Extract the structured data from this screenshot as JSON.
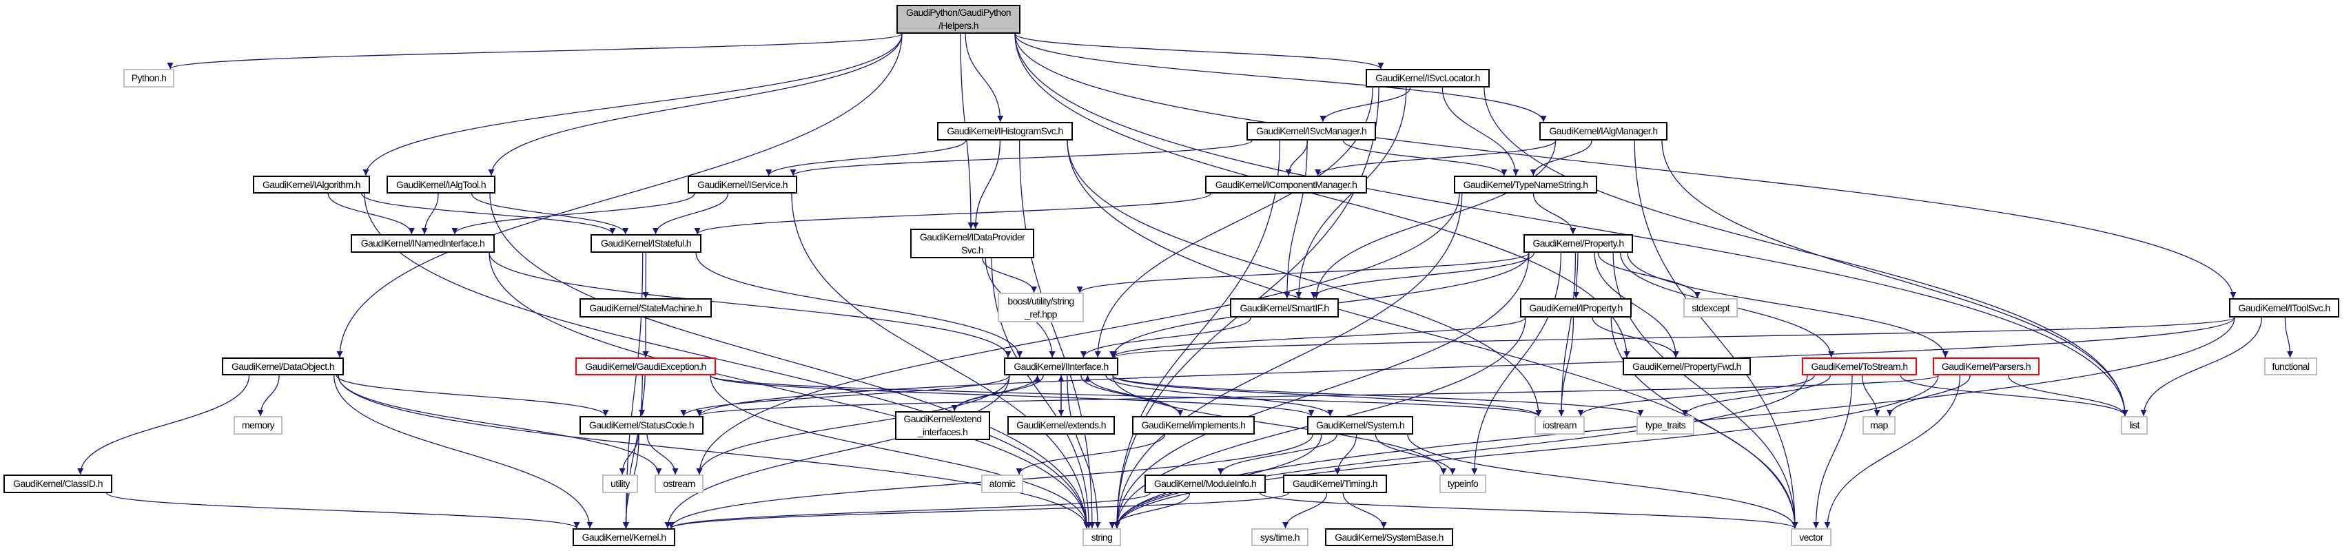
{
  "colors": {
    "edge": "#191970",
    "root_fill": "#bfbfbf",
    "external_border": "#bfbfbf",
    "incomplete_border": "#ff0000",
    "node_border": "#000000"
  },
  "nodes": [
    {
      "id": "helpers",
      "label": [
        "GaudiPython/GaudiPython",
        "/Helpers.h"
      ],
      "kind": "root"
    },
    {
      "id": "python",
      "label": [
        "Python.h"
      ],
      "kind": "sys"
    },
    {
      "id": "ialgorithm",
      "label": [
        "GaudiKernel/IAlgorithm.h"
      ],
      "kind": "normal"
    },
    {
      "id": "ialgtool",
      "label": [
        "GaudiKernel/IAlgTool.h"
      ],
      "kind": "normal"
    },
    {
      "id": "iservice",
      "label": [
        "GaudiKernel/IService.h"
      ],
      "kind": "normal"
    },
    {
      "id": "inamedinterface",
      "label": [
        "GaudiKernel/INamedInterface.h"
      ],
      "kind": "normal"
    },
    {
      "id": "istateful",
      "label": [
        "GaudiKernel/IStateful.h"
      ],
      "kind": "normal"
    },
    {
      "id": "isvclocator",
      "label": [
        "GaudiKernel/ISvcLocator.h"
      ],
      "kind": "normal"
    },
    {
      "id": "ihistogramsvc",
      "label": [
        "GaudiKernel/IHistogramSvc.h"
      ],
      "kind": "normal"
    },
    {
      "id": "isvcmanager",
      "label": [
        "GaudiKernel/ISvcManager.h"
      ],
      "kind": "normal"
    },
    {
      "id": "icomponentmanager",
      "label": [
        "GaudiKernel/IComponentManager.h"
      ],
      "kind": "normal"
    },
    {
      "id": "typenamestring",
      "label": [
        "GaudiKernel/TypeNameString.h"
      ],
      "kind": "normal"
    },
    {
      "id": "idataprovidersvc",
      "label": [
        "GaudiKernel/IDataProvider",
        "Svc.h"
      ],
      "kind": "normal"
    },
    {
      "id": "ialgmanager",
      "label": [
        "GaudiKernel/IAlgManager.h"
      ],
      "kind": "normal"
    },
    {
      "id": "property",
      "label": [
        "GaudiKernel/Property.h"
      ],
      "kind": "normal"
    },
    {
      "id": "statemachine",
      "label": [
        "GaudiKernel/StateMachine.h"
      ],
      "kind": "normal"
    },
    {
      "id": "dataobject",
      "label": [
        "GaudiKernel/DataObject.h"
      ],
      "kind": "normal"
    },
    {
      "id": "gaudiexception",
      "label": [
        "GaudiKernel/GaudiException.h"
      ],
      "kind": "red"
    },
    {
      "id": "memory",
      "label": [
        "memory"
      ],
      "kind": "sys"
    },
    {
      "id": "statuscode",
      "label": [
        "GaudiKernel/StatusCode.h"
      ],
      "kind": "normal"
    },
    {
      "id": "classid",
      "label": [
        "GaudiKernel/ClassID.h"
      ],
      "kind": "normal"
    },
    {
      "id": "utility",
      "label": [
        "utility"
      ],
      "kind": "sys"
    },
    {
      "id": "ostream",
      "label": [
        "ostream"
      ],
      "kind": "sys"
    },
    {
      "id": "kernel",
      "label": [
        "GaudiKernel/Kernel.h"
      ],
      "kind": "normal"
    },
    {
      "id": "boost",
      "label": [
        "boost/utility/string",
        "_ref.hpp"
      ],
      "kind": "sys"
    },
    {
      "id": "smartif",
      "label": [
        "GaudiKernel/SmartIF.h"
      ],
      "kind": "normal"
    },
    {
      "id": "iinterface",
      "label": [
        "GaudiKernel/IInterface.h"
      ],
      "kind": "normal"
    },
    {
      "id": "extend_interfaces",
      "label": [
        "GaudiKernel/extend",
        "_interfaces.h"
      ],
      "kind": "normal"
    },
    {
      "id": "extends",
      "label": [
        "GaudiKernel/extends.h"
      ],
      "kind": "normal"
    },
    {
      "id": "implements",
      "label": [
        "GaudiKernel/implements.h"
      ],
      "kind": "normal"
    },
    {
      "id": "system",
      "label": [
        "GaudiKernel/System.h"
      ],
      "kind": "normal"
    },
    {
      "id": "iostream",
      "label": [
        "iostream"
      ],
      "kind": "sys"
    },
    {
      "id": "atomic",
      "label": [
        "atomic"
      ],
      "kind": "sys"
    },
    {
      "id": "moduleinfo",
      "label": [
        "GaudiKernel/ModuleInfo.h"
      ],
      "kind": "normal"
    },
    {
      "id": "timing",
      "label": [
        "GaudiKernel/Timing.h"
      ],
      "kind": "normal"
    },
    {
      "id": "typeinfo",
      "label": [
        "typeinfo"
      ],
      "kind": "sys"
    },
    {
      "id": "string",
      "label": [
        "string"
      ],
      "kind": "sys"
    },
    {
      "id": "systime",
      "label": [
        "sys/time.h"
      ],
      "kind": "sys"
    },
    {
      "id": "systembase",
      "label": [
        "GaudiKernel/SystemBase.h"
      ],
      "kind": "normal"
    },
    {
      "id": "iproperty",
      "label": [
        "GaudiKernel/IProperty.h"
      ],
      "kind": "normal"
    },
    {
      "id": "stdexcept",
      "label": [
        "stdexcept"
      ],
      "kind": "sys"
    },
    {
      "id": "propertyfwd",
      "label": [
        "GaudiKernel/PropertyFwd.h"
      ],
      "kind": "normal"
    },
    {
      "id": "tostream",
      "label": [
        "GaudiKernel/ToStream.h"
      ],
      "kind": "red"
    },
    {
      "id": "parsers",
      "label": [
        "GaudiKernel/Parsers.h"
      ],
      "kind": "red"
    },
    {
      "id": "itoolsvc",
      "label": [
        "GaudiKernel/IToolSvc.h"
      ],
      "kind": "normal"
    },
    {
      "id": "functional",
      "label": [
        "functional"
      ],
      "kind": "sys"
    },
    {
      "id": "type_traits",
      "label": [
        "type_traits"
      ],
      "kind": "sys"
    },
    {
      "id": "map",
      "label": [
        "map"
      ],
      "kind": "sys"
    },
    {
      "id": "list",
      "label": [
        "list"
      ],
      "kind": "sys"
    },
    {
      "id": "vector",
      "label": [
        "vector"
      ],
      "kind": "sys"
    }
  ],
  "edges": [
    [
      "helpers",
      "python"
    ],
    [
      "helpers",
      "ialgorithm"
    ],
    [
      "helpers",
      "ialgtool"
    ],
    [
      "helpers",
      "dataobject"
    ],
    [
      "helpers",
      "ihistogramsvc"
    ],
    [
      "helpers",
      "idataprovidersvc"
    ],
    [
      "helpers",
      "isvclocator"
    ],
    [
      "helpers",
      "ialgmanager"
    ],
    [
      "helpers",
      "itoolsvc"
    ],
    [
      "helpers",
      "propertyfwd"
    ],
    [
      "helpers",
      "list"
    ],
    [
      "ialgorithm",
      "inamedinterface"
    ],
    [
      "ialgorithm",
      "istateful"
    ],
    [
      "ialgorithm",
      "string"
    ],
    [
      "ialgtool",
      "inamedinterface"
    ],
    [
      "ialgtool",
      "istateful"
    ],
    [
      "ialgtool",
      "string"
    ],
    [
      "iservice",
      "inamedinterface"
    ],
    [
      "iservice",
      "istateful"
    ],
    [
      "iservice",
      "string"
    ],
    [
      "ihistogramsvc",
      "iservice"
    ],
    [
      "ihistogramsvc",
      "idataprovidersvc"
    ],
    [
      "ihistogramsvc",
      "string"
    ],
    [
      "ihistogramsvc",
      "iostream"
    ],
    [
      "ihistogramsvc",
      "vector"
    ],
    [
      "isvclocator",
      "isvcmanager"
    ],
    [
      "isvclocator",
      "typenamestring"
    ],
    [
      "isvclocator",
      "iinterface"
    ],
    [
      "isvclocator",
      "smartif"
    ],
    [
      "isvclocator",
      "string"
    ],
    [
      "isvclocator",
      "list"
    ],
    [
      "isvcmanager",
      "iservice"
    ],
    [
      "isvcmanager",
      "icomponentmanager"
    ],
    [
      "isvcmanager",
      "typenamestring"
    ],
    [
      "isvcmanager",
      "smartif"
    ],
    [
      "isvcmanager",
      "string"
    ],
    [
      "ialgmanager",
      "icomponentmanager"
    ],
    [
      "ialgmanager",
      "typenamestring"
    ],
    [
      "ialgmanager",
      "smartif"
    ],
    [
      "ialgmanager",
      "list"
    ],
    [
      "ialgmanager",
      "vector"
    ],
    [
      "icomponentmanager",
      "istateful"
    ],
    [
      "typenamestring",
      "property"
    ],
    [
      "typenamestring",
      "string"
    ],
    [
      "typenamestring",
      "ostream"
    ],
    [
      "inamedinterface",
      "iinterface"
    ],
    [
      "inamedinterface",
      "string"
    ],
    [
      "istateful",
      "statemachine"
    ],
    [
      "istateful",
      "iinterface"
    ],
    [
      "istateful",
      "kernel"
    ],
    [
      "statemachine",
      "gaudiexception"
    ],
    [
      "idataprovidersvc",
      "boost"
    ],
    [
      "idataprovidersvc",
      "iinterface"
    ],
    [
      "idataprovidersvc",
      "string"
    ],
    [
      "property",
      "smartif"
    ],
    [
      "property",
      "iproperty"
    ],
    [
      "property",
      "propertyfwd"
    ],
    [
      "property",
      "stdexcept"
    ],
    [
      "property",
      "tostream"
    ],
    [
      "property",
      "parsers"
    ],
    [
      "property",
      "boost"
    ],
    [
      "property",
      "iinterface"
    ],
    [
      "property",
      "string"
    ],
    [
      "property",
      "vector"
    ],
    [
      "property",
      "typeinfo"
    ],
    [
      "property",
      "iostream"
    ],
    [
      "smartif",
      "iinterface"
    ],
    [
      "iproperty",
      "iinterface"
    ],
    [
      "iproperty",
      "propertyfwd"
    ],
    [
      "iproperty",
      "iostream"
    ],
    [
      "iproperty",
      "string"
    ],
    [
      "iproperty",
      "vector"
    ],
    [
      "itoolsvc",
      "iinterface"
    ],
    [
      "itoolsvc",
      "statuscode"
    ],
    [
      "itoolsvc",
      "functional"
    ],
    [
      "itoolsvc",
      "list"
    ],
    [
      "itoolsvc",
      "string"
    ],
    [
      "dataobject",
      "memory"
    ],
    [
      "dataobject",
      "classid"
    ],
    [
      "dataobject",
      "statuscode"
    ],
    [
      "dataobject",
      "ostream"
    ],
    [
      "dataobject",
      "kernel"
    ],
    [
      "dataobject",
      "string"
    ],
    [
      "gaudiexception",
      "statuscode"
    ],
    [
      "gaudiexception",
      "kernel"
    ],
    [
      "gaudiexception",
      "string"
    ],
    [
      "gaudiexception",
      "system"
    ],
    [
      "gaudiexception",
      "iostream"
    ],
    [
      "iinterface",
      "extend_interfaces"
    ],
    [
      "iinterface",
      "extends"
    ],
    [
      "iinterface",
      "implements"
    ],
    [
      "iinterface",
      "system"
    ],
    [
      "iinterface",
      "statuscode"
    ],
    [
      "iinterface",
      "kernel"
    ],
    [
      "iinterface",
      "ostream"
    ],
    [
      "iinterface",
      "string"
    ],
    [
      "iinterface",
      "typeinfo"
    ],
    [
      "iinterface",
      "type_traits"
    ],
    [
      "iinterface",
      "iostream"
    ],
    [
      "extend_interfaces",
      "iinterface"
    ],
    [
      "extends",
      "iinterface"
    ],
    [
      "implements",
      "iinterface"
    ],
    [
      "implements",
      "atomic"
    ],
    [
      "statuscode",
      "utility"
    ],
    [
      "statuscode",
      "ostream"
    ],
    [
      "statuscode",
      "kernel"
    ],
    [
      "classid",
      "kernel"
    ],
    [
      "system",
      "kernel"
    ],
    [
      "system",
      "string"
    ],
    [
      "system",
      "moduleinfo"
    ],
    [
      "system",
      "timing"
    ],
    [
      "system",
      "typeinfo"
    ],
    [
      "system",
      "vector"
    ],
    [
      "moduleinfo",
      "kernel"
    ],
    [
      "moduleinfo",
      "string"
    ],
    [
      "moduleinfo",
      "vector"
    ],
    [
      "timing",
      "kernel"
    ],
    [
      "timing",
      "systime"
    ],
    [
      "timing",
      "systembase"
    ],
    [
      "tostream",
      "iostream"
    ],
    [
      "tostream",
      "type_traits"
    ],
    [
      "tostream",
      "map"
    ],
    [
      "tostream",
      "list"
    ],
    [
      "tostream",
      "string"
    ],
    [
      "tostream",
      "vector"
    ],
    [
      "parsers",
      "map"
    ],
    [
      "parsers",
      "list"
    ],
    [
      "parsers",
      "string"
    ],
    [
      "parsers",
      "vector"
    ],
    [
      "parsers",
      "statuscode"
    ]
  ]
}
